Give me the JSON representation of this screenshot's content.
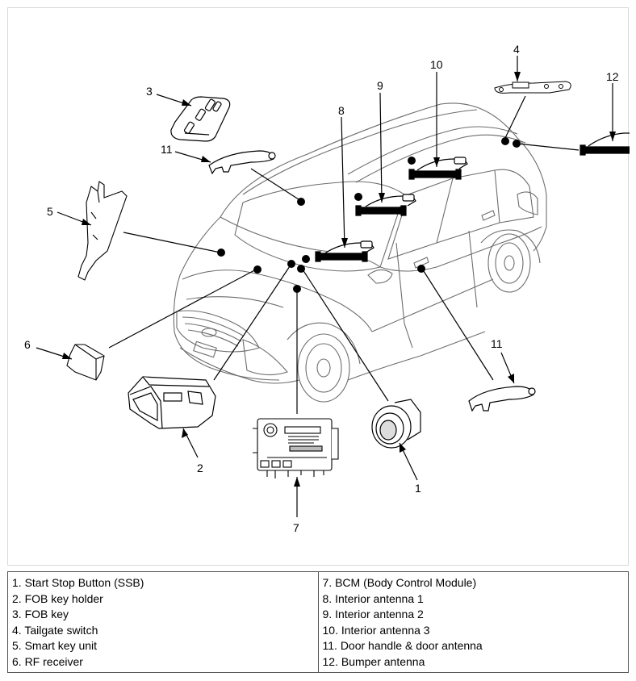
{
  "callouts": {
    "c1": "1",
    "c2": "2",
    "c3": "3",
    "c4": "4",
    "c5": "5",
    "c6": "6",
    "c7": "7",
    "c8": "8",
    "c9": "9",
    "c10": "10",
    "c11a": "11",
    "c11b": "11",
    "c12": "12"
  },
  "legend": {
    "left": [
      "1. Start Stop Button (SSB)",
      "2. FOB key holder",
      "3. FOB key",
      "4. Tailgate switch",
      "5. Smart key unit",
      "6. RF receiver"
    ],
    "right": [
      "7. BCM (Body Control Module)",
      "8. Interior antenna 1",
      "9. Interior antenna 2",
      "10. Interior antenna 3",
      "11. Door handle & door antenna",
      "12. Bumper antenna"
    ]
  }
}
